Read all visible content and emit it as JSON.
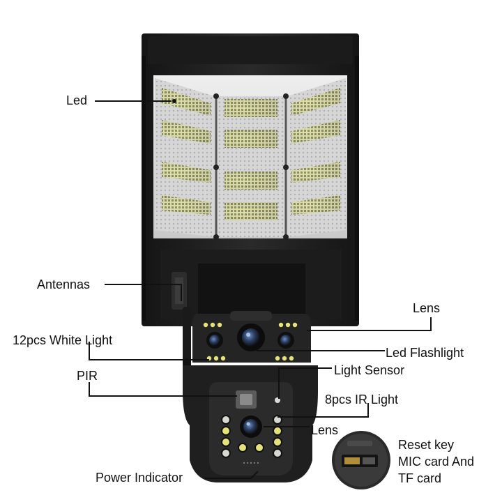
{
  "image": {
    "background": "#ffffff",
    "subject": "solar street light with dual-lens PTZ security camera",
    "colors": {
      "housing": "#1f1f1f",
      "led_panel": "#dcdcdc",
      "led_glow": "#f2f27a",
      "leader_lines": "#111111",
      "lens_blue": "#3a5a8c"
    }
  },
  "labels": {
    "led": "Led",
    "antennas": "Antennas",
    "white_light": "12pcs White Light",
    "pir": "PIR",
    "power_indicator": "Power Indicator",
    "lens_top": "Lens",
    "led_flashlight": "Led Flashlight",
    "light_sensor": "Light Sensor",
    "ir_light": "8pcs IR Light",
    "lens_bottom": "Lens",
    "reset_key": "Reset key",
    "mic_card": "MIC card And",
    "tf_card": "TF card"
  }
}
